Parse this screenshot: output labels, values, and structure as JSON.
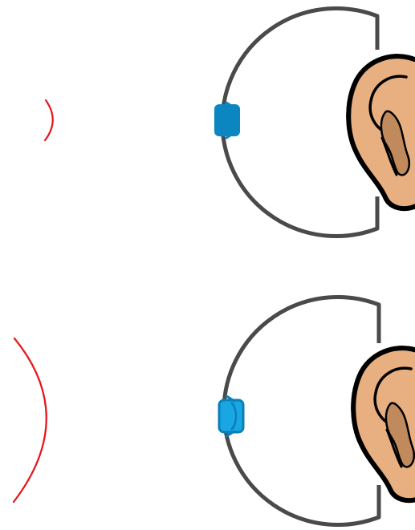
{
  "panels": [
    {
      "id": "top",
      "sound_wave": {
        "icon": "sound-wave-arc-icon",
        "size": "small"
      },
      "sensor": {
        "icon": "microphone-block-icon",
        "style": "solid"
      },
      "ear": {
        "icon": "ear-icon"
      }
    },
    {
      "id": "bottom",
      "sound_wave": {
        "icon": "sound-wave-arc-icon",
        "size": "large"
      },
      "sensor": {
        "icon": "microphone-block-icon",
        "style": "outlined"
      },
      "ear": {
        "icon": "ear-icon"
      }
    }
  ],
  "colors": {
    "wave": "#e8141c",
    "headband": "#4a4a4a",
    "sensor_top": "#0b86c1",
    "sensor_bottom": "#19a7e4",
    "sensor_bottom_stroke": "#0b7fb8",
    "skin": "#e8b080",
    "skin_inner": "#c08a5c",
    "ear_outline": "#000000"
  }
}
